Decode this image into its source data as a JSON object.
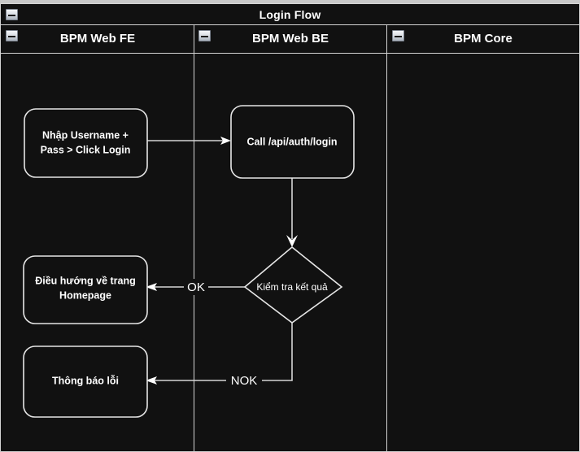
{
  "pool": {
    "title": "Login Flow",
    "collapse_icon": "minus-box-icon"
  },
  "lanes": [
    {
      "id": "bpm-web-fe",
      "title": "BPM Web FE",
      "collapse_icon": "minus-box-icon"
    },
    {
      "id": "bpm-web-be",
      "title": "BPM Web BE",
      "collapse_icon": "minus-box-icon"
    },
    {
      "id": "bpm-core",
      "title": "BPM Core",
      "collapse_icon": "minus-box-icon"
    }
  ],
  "nodes": [
    {
      "id": "task-enter-credentials",
      "type": "task",
      "lane": "bpm-web-fe",
      "label_line1": "Nhập Username +",
      "label_line2": "Pass > Click Login"
    },
    {
      "id": "task-call-login-api",
      "type": "task",
      "lane": "bpm-web-be",
      "label_line1": "Call /api/auth/login",
      "label_line2": ""
    },
    {
      "id": "gateway-check-result",
      "type": "decision",
      "lane": "bpm-web-be",
      "label_line1": "Kiểm tra kết quả",
      "label_line2": ""
    },
    {
      "id": "task-redirect-homepage",
      "type": "task",
      "lane": "bpm-web-fe",
      "label_line1": "Điều hướng về trang",
      "label_line2": "Homepage"
    },
    {
      "id": "task-show-error",
      "type": "task",
      "lane": "bpm-web-fe",
      "label_line1": "Thông báo lỗi",
      "label_line2": ""
    }
  ],
  "edges": [
    {
      "id": "edge-credentials-to-api",
      "from": "task-enter-credentials",
      "to": "task-call-login-api",
      "label": ""
    },
    {
      "id": "edge-api-to-gateway",
      "from": "task-call-login-api",
      "to": "gateway-check-result",
      "label": ""
    },
    {
      "id": "edge-gateway-ok",
      "from": "gateway-check-result",
      "to": "task-redirect-homepage",
      "label": "OK"
    },
    {
      "id": "edge-gateway-nok",
      "from": "gateway-check-result",
      "to": "task-show-error",
      "label": "NOK"
    }
  ],
  "colors": {
    "page_background": "#c8c8c8",
    "canvas_background": "#111111",
    "border": "#d4d4d4",
    "text": "#ffffff",
    "connector": "#d6d6d6"
  }
}
